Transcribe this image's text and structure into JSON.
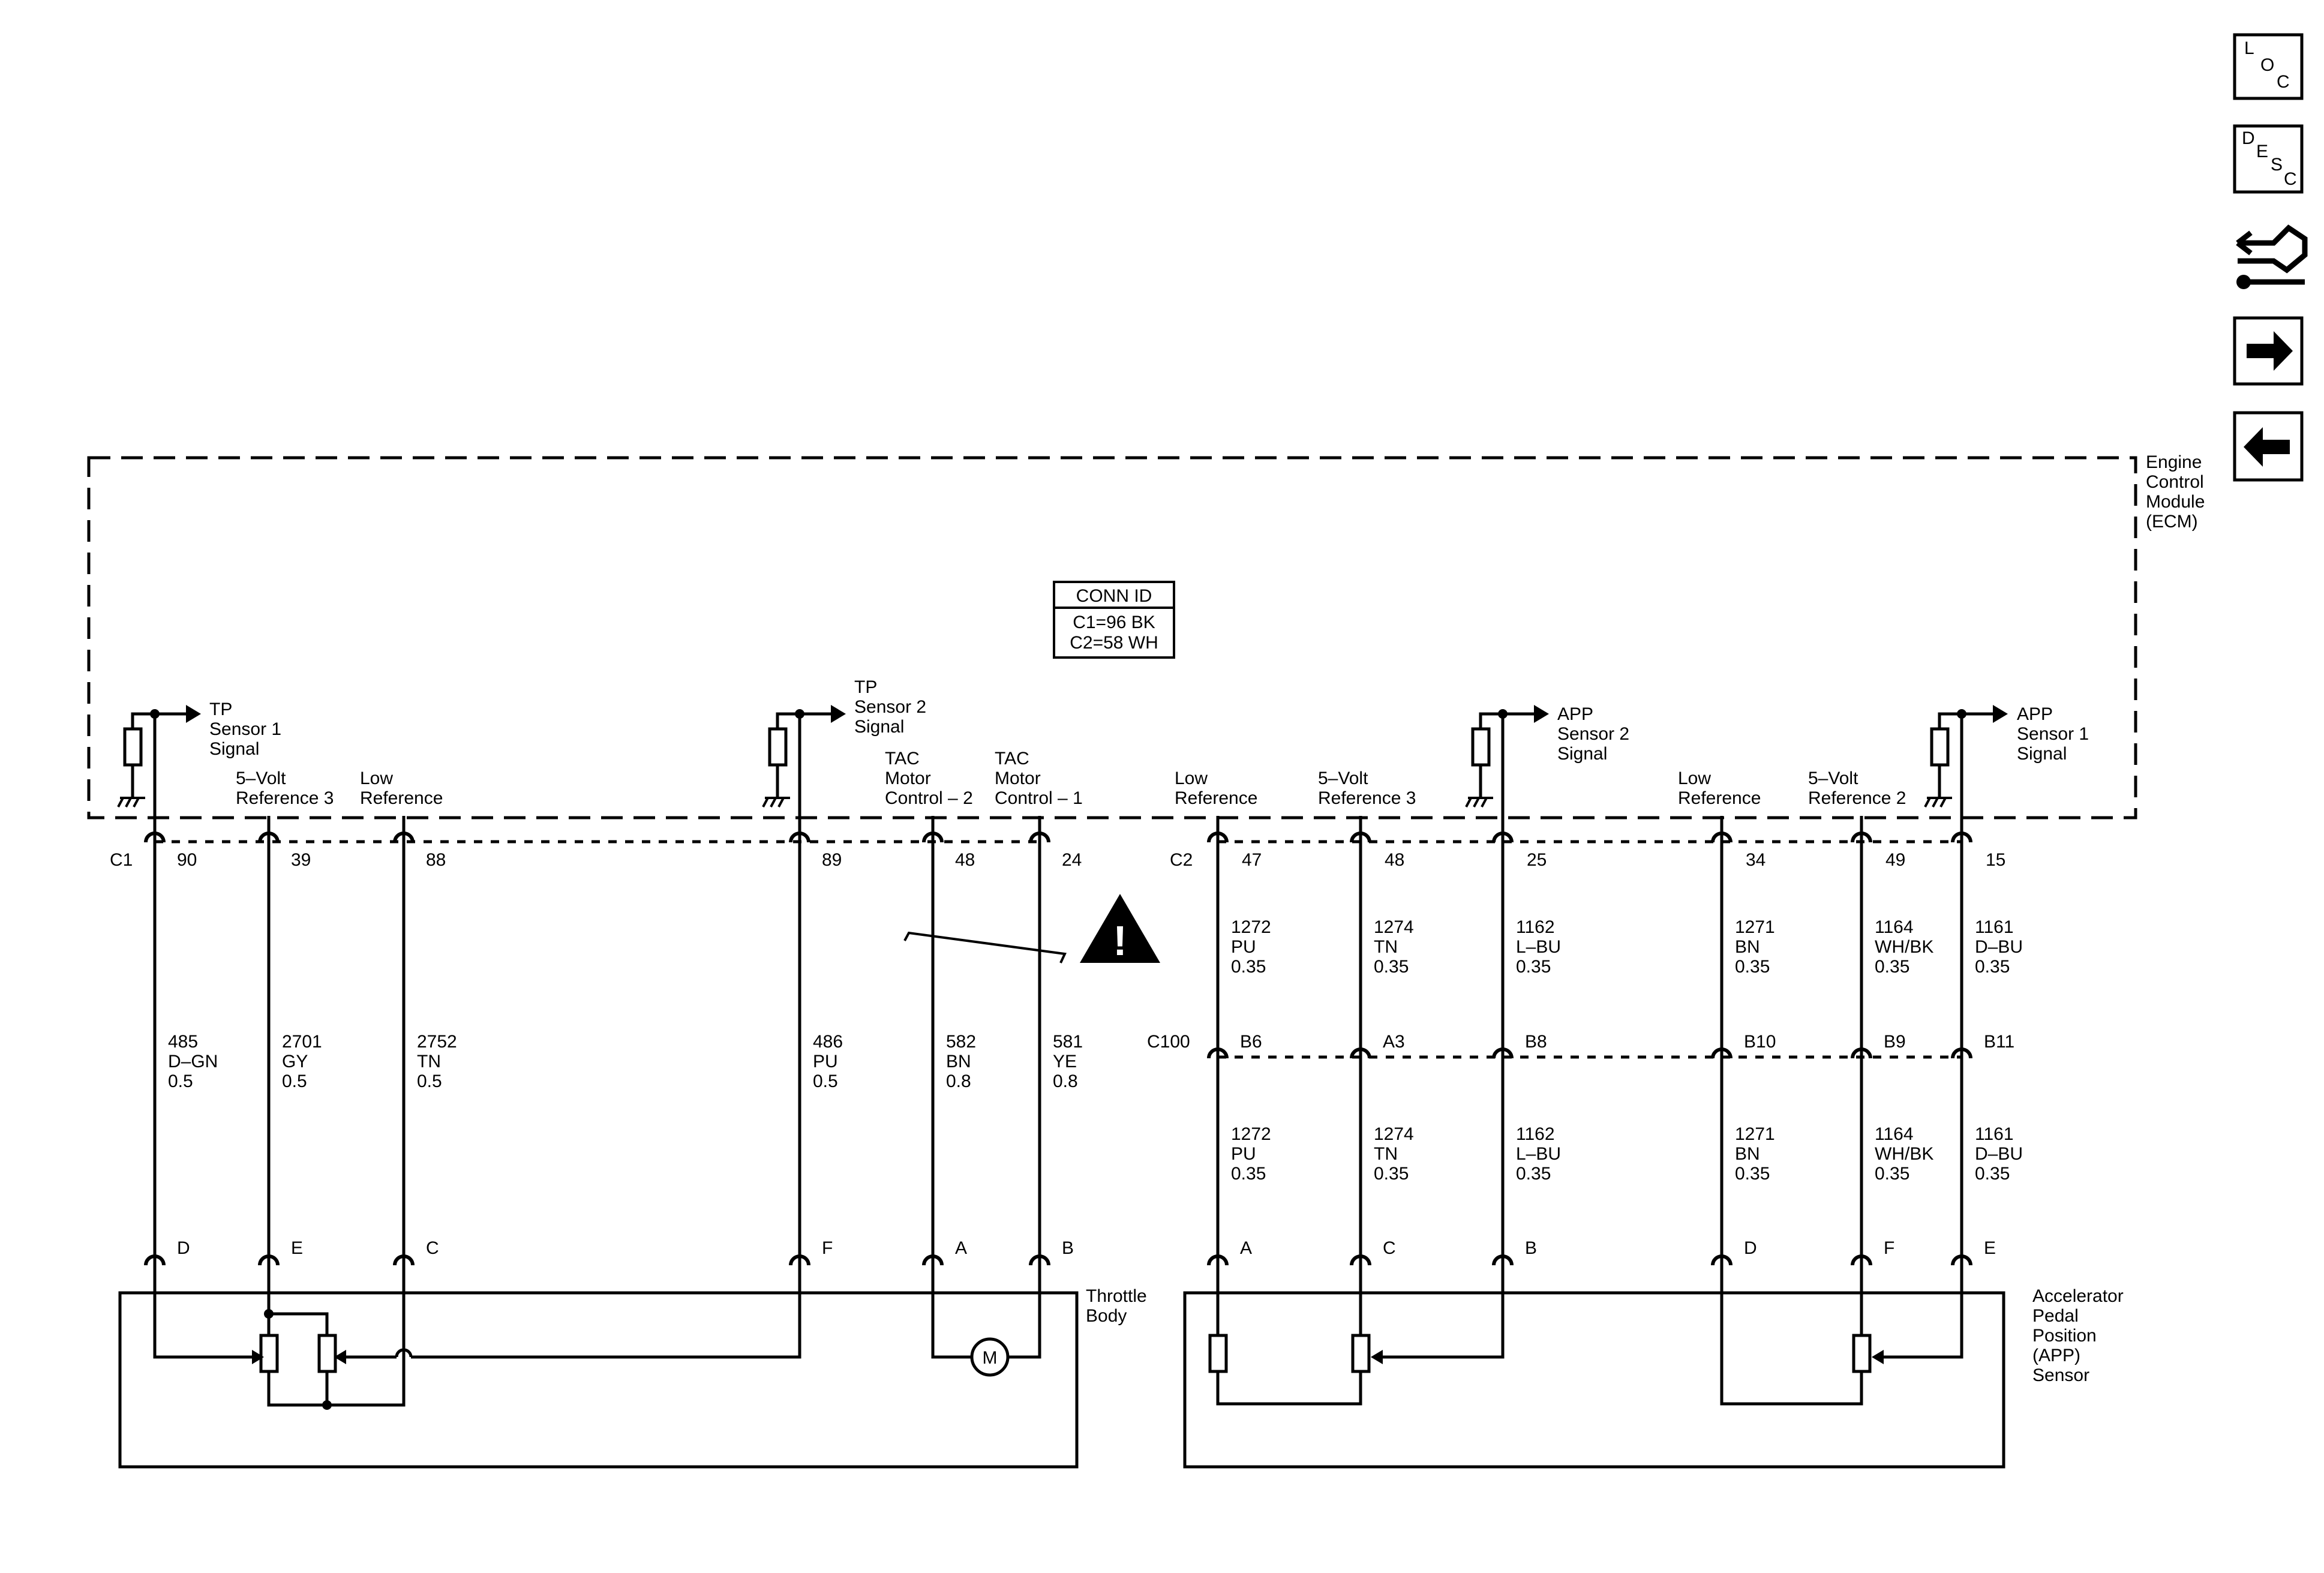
{
  "toolbar": {
    "loc": [
      "L",
      "O",
      "C"
    ],
    "desc": [
      "D",
      "E",
      "S",
      "C"
    ]
  },
  "ecm": {
    "label": [
      "Engine",
      "Control",
      "Module",
      "(ECM)"
    ],
    "conn_id": {
      "title": "CONN ID",
      "lines": [
        "C1=96 BK",
        "C2=58 WH"
      ]
    },
    "c1_label": "C1",
    "c2_label": "C2",
    "signals": {
      "tp1": [
        "TP",
        "Sensor 1",
        "Signal"
      ],
      "tp2": [
        "TP",
        "Sensor 2",
        "Signal"
      ],
      "app2": [
        "APP",
        "Sensor 2",
        "Signal"
      ],
      "app1": [
        "APP",
        "Sensor 1",
        "Signal"
      ]
    },
    "c1_pins": [
      {
        "label": [
          "",
          ""
        ],
        "pin": "90"
      },
      {
        "label": [
          "5–Volt",
          "Reference 3"
        ],
        "pin": "39"
      },
      {
        "label": [
          "Low",
          "Reference"
        ],
        "pin": "88"
      },
      {
        "label": [
          "",
          ""
        ],
        "pin": "89"
      },
      {
        "label": [
          "TAC",
          "Motor",
          "Control – 2"
        ],
        "pin": "48"
      },
      {
        "label": [
          "TAC",
          "Motor",
          "Control – 1"
        ],
        "pin": "24"
      }
    ],
    "c2_pins": [
      {
        "label": [
          "Low",
          "Reference"
        ],
        "pin": "47"
      },
      {
        "label": [
          "5–Volt",
          "Reference 3"
        ],
        "pin": "48"
      },
      {
        "label": [
          "",
          ""
        ],
        "pin": "25"
      },
      {
        "label": [
          "Low",
          "Reference"
        ],
        "pin": "34"
      },
      {
        "label": [
          "5–Volt",
          "Reference 2"
        ],
        "pin": "49"
      },
      {
        "label": [
          "",
          ""
        ],
        "pin": "15"
      }
    ]
  },
  "throttle_wires": [
    {
      "circuit": "485",
      "color": "D–GN",
      "gauge": "0.5",
      "end": "D"
    },
    {
      "circuit": "2701",
      "color": "GY",
      "gauge": "0.5",
      "end": "E"
    },
    {
      "circuit": "2752",
      "color": "TN",
      "gauge": "0.5",
      "end": "C"
    },
    {
      "circuit": "486",
      "color": "PU",
      "gauge": "0.5",
      "end": "F"
    },
    {
      "circuit": "582",
      "color": "BN",
      "gauge": "0.8",
      "end": "A"
    },
    {
      "circuit": "581",
      "color": "YE",
      "gauge": "0.8",
      "end": "B"
    }
  ],
  "app_wires": [
    {
      "circuit": "1272",
      "color": "PU",
      "gauge": "0.35",
      "c100": "B6",
      "end": "A"
    },
    {
      "circuit": "1274",
      "color": "TN",
      "gauge": "0.35",
      "c100": "A3",
      "end": "C"
    },
    {
      "circuit": "1162",
      "color": "L–BU",
      "gauge": "0.35",
      "c100": "B8",
      "end": "B"
    },
    {
      "circuit": "1271",
      "color": "BN",
      "gauge": "0.35",
      "c100": "B10",
      "end": "D"
    },
    {
      "circuit": "1164",
      "color": "WH/BK",
      "gauge": "0.35",
      "c100": "B9",
      "end": "F"
    },
    {
      "circuit": "1161",
      "color": "D–BU",
      "gauge": "0.35",
      "c100": "B11",
      "end": "E"
    }
  ],
  "c100_label": "C100",
  "throttle_body": {
    "label": [
      "Throttle",
      "Body"
    ],
    "motor": "M"
  },
  "app_sensor": {
    "label": [
      "Accelerator",
      "Pedal",
      "Position",
      "(APP)",
      "Sensor"
    ]
  },
  "warning_symbol": "!"
}
